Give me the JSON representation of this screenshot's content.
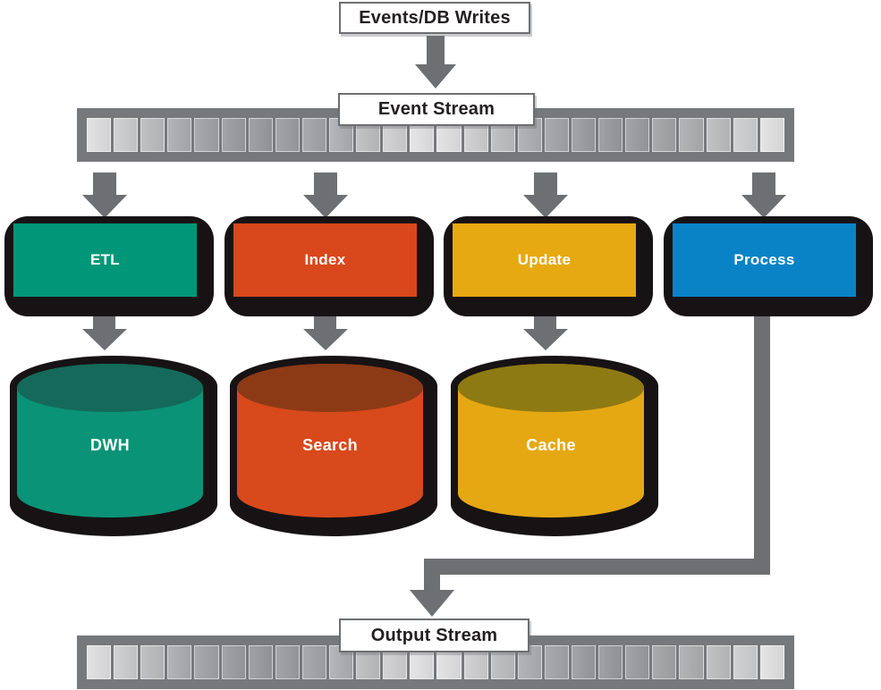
{
  "diagram": {
    "source": {
      "label": "Events/DB Writes"
    },
    "input_stream": {
      "label": "Event Stream"
    },
    "output_stream": {
      "label": "Output Stream"
    },
    "processors": [
      {
        "id": "etl",
        "label": "ETL",
        "color": "#009778",
        "target": "DWH"
      },
      {
        "id": "index",
        "label": "Index",
        "color": "#D8481C",
        "target": "Search"
      },
      {
        "id": "update",
        "label": "Update",
        "color": "#E6A912",
        "target": "Cache"
      },
      {
        "id": "process",
        "label": "Process",
        "color": "#0A83C6",
        "target": "Output Stream"
      }
    ],
    "stores": [
      {
        "id": "dwh",
        "label": "DWH",
        "body_color": "#0A9376",
        "top_color": "#15695A"
      },
      {
        "id": "search",
        "label": "Search",
        "body_color": "#D8491C",
        "top_color": "#8C3A16"
      },
      {
        "id": "cache",
        "label": "Cache",
        "body_color": "#E5A813",
        "top_color": "#8E7A12"
      }
    ],
    "stream_bar": {
      "segment_count": 26,
      "frame_color": "#77787B",
      "segment_light": "#EEEEEF",
      "segment_dark": "#9FA1A4"
    },
    "colors": {
      "arrow": "#6E6F72",
      "outline_black": "#171314",
      "label_border": "#6D6E71",
      "label_text": "#231F20",
      "background": "#FFFFFF"
    }
  }
}
